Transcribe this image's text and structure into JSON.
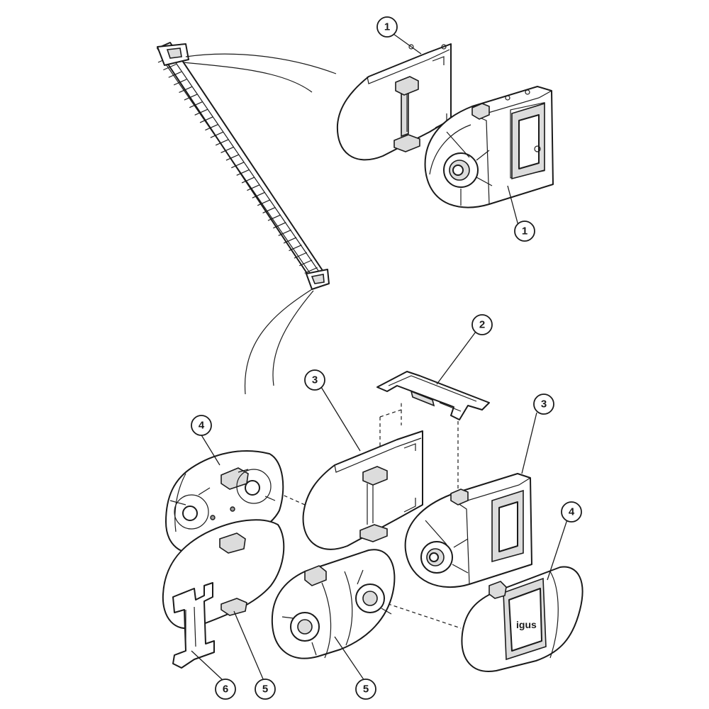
{
  "callouts": {
    "c1a": "1",
    "c1b": "1",
    "c2": "2",
    "c3a": "3",
    "c3b": "3",
    "c4a": "4",
    "c4b": "4",
    "c5a": "5",
    "c5b": "5",
    "c6": "6"
  },
  "logo": "igus"
}
